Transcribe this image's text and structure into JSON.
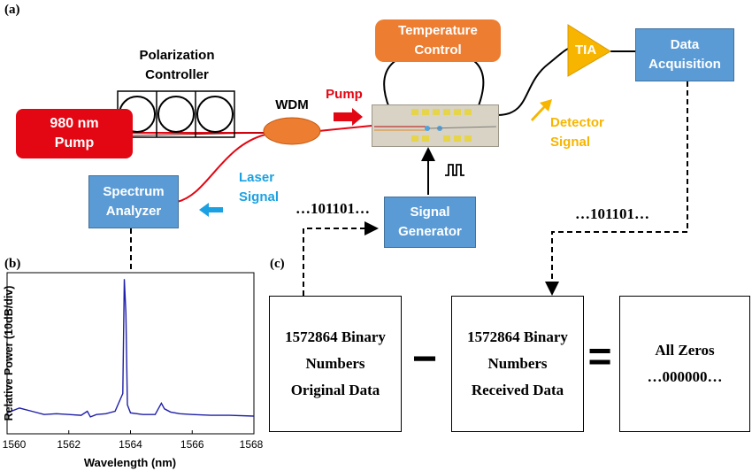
{
  "panels": {
    "a": "(a)",
    "b": "(b)",
    "c": "(c)"
  },
  "components": {
    "pump": "980 nm\nPump",
    "polarization_controller": "Polarization\nController",
    "wdm": "WDM",
    "pump_label": "Pump",
    "temperature_control": "Temperature\nControl",
    "tia": "TIA",
    "data_acquisition": "Data\nAcquisition",
    "detector_signal": "Detector\nSignal",
    "laser_signal": "Laser\nSignal",
    "spectrum_analyzer": "Spectrum\nAnalyzer",
    "signal_generator": "Signal\nGenerator",
    "bits_left": "…101101…",
    "bits_right": "…101101…"
  },
  "equation": {
    "original": "1572864 Binary\nNumbers\nOriginal Data",
    "minus": "−",
    "received": "1572864 Binary\nNumbers\nReceived Data",
    "equals": "=",
    "result": "All Zeros\n…000000…"
  },
  "colors": {
    "box_blue": "#5b9bd5",
    "pump_red": "#e30613",
    "temp_orange": "#ed7d31",
    "tia_yellow": "#f7b500",
    "arrow_cyan": "#1ba1e2",
    "trace_blue": "#1f1fa8"
  },
  "chart_data": {
    "type": "line",
    "xlabel": "Wavelength (nm)",
    "ylabel": "Relative Power (10dB/div)",
    "xlim": [
      1560,
      1568
    ],
    "ylim": [
      0,
      10
    ],
    "xticks": [
      1560,
      1562,
      1564,
      1566,
      1568
    ],
    "grid": false,
    "series": [
      {
        "x": [
          1560,
          1560.4,
          1560.8,
          1561.2,
          1561.6,
          1562.0,
          1562.4,
          1562.6,
          1562.7,
          1562.9,
          1563.2,
          1563.5,
          1563.75,
          1563.8,
          1563.85,
          1563.9,
          1564.0,
          1564.4,
          1564.8,
          1565.0,
          1565.1,
          1565.3,
          1565.6,
          1566.0,
          1566.6,
          1567.2,
          1568
        ],
        "y": [
          1.3,
          1.6,
          1.4,
          1.2,
          1.25,
          1.2,
          1.15,
          1.4,
          1.05,
          1.2,
          1.25,
          1.4,
          2.5,
          9.6,
          7.5,
          1.8,
          1.3,
          1.2,
          1.2,
          1.9,
          1.55,
          1.35,
          1.25,
          1.2,
          1.15,
          1.15,
          1.1
        ]
      }
    ]
  }
}
